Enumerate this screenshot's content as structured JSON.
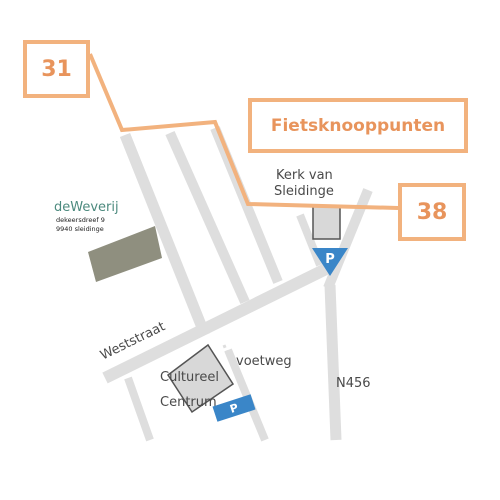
{
  "nodes": {
    "node_31": "31",
    "node_38": "38"
  },
  "legend": {
    "title": "Fietsknooppunten"
  },
  "places": {
    "church_line1": "Kerk van",
    "church_line2": "Sleidinge",
    "weverij_name": "deWeverij",
    "weverij_address_line1": "dekeersdreef 9",
    "weverij_address_line2": "9940 sleidinge",
    "cultural_center_line1": "Cultureel",
    "cultural_center_line2": "Centrum"
  },
  "roads": {
    "weststraat": "Weststraat",
    "voetweg": "voetweg",
    "n456": "N456"
  },
  "parking": {
    "label": "P"
  },
  "colors": {
    "route": "#f2b27e",
    "node_text": "#e8945c",
    "road": "#dedede",
    "parking": "#3a86c8",
    "building": "#d8d8d8",
    "weverij_building": "#8f8f7f",
    "weverij_name": "#4c8a7e"
  }
}
